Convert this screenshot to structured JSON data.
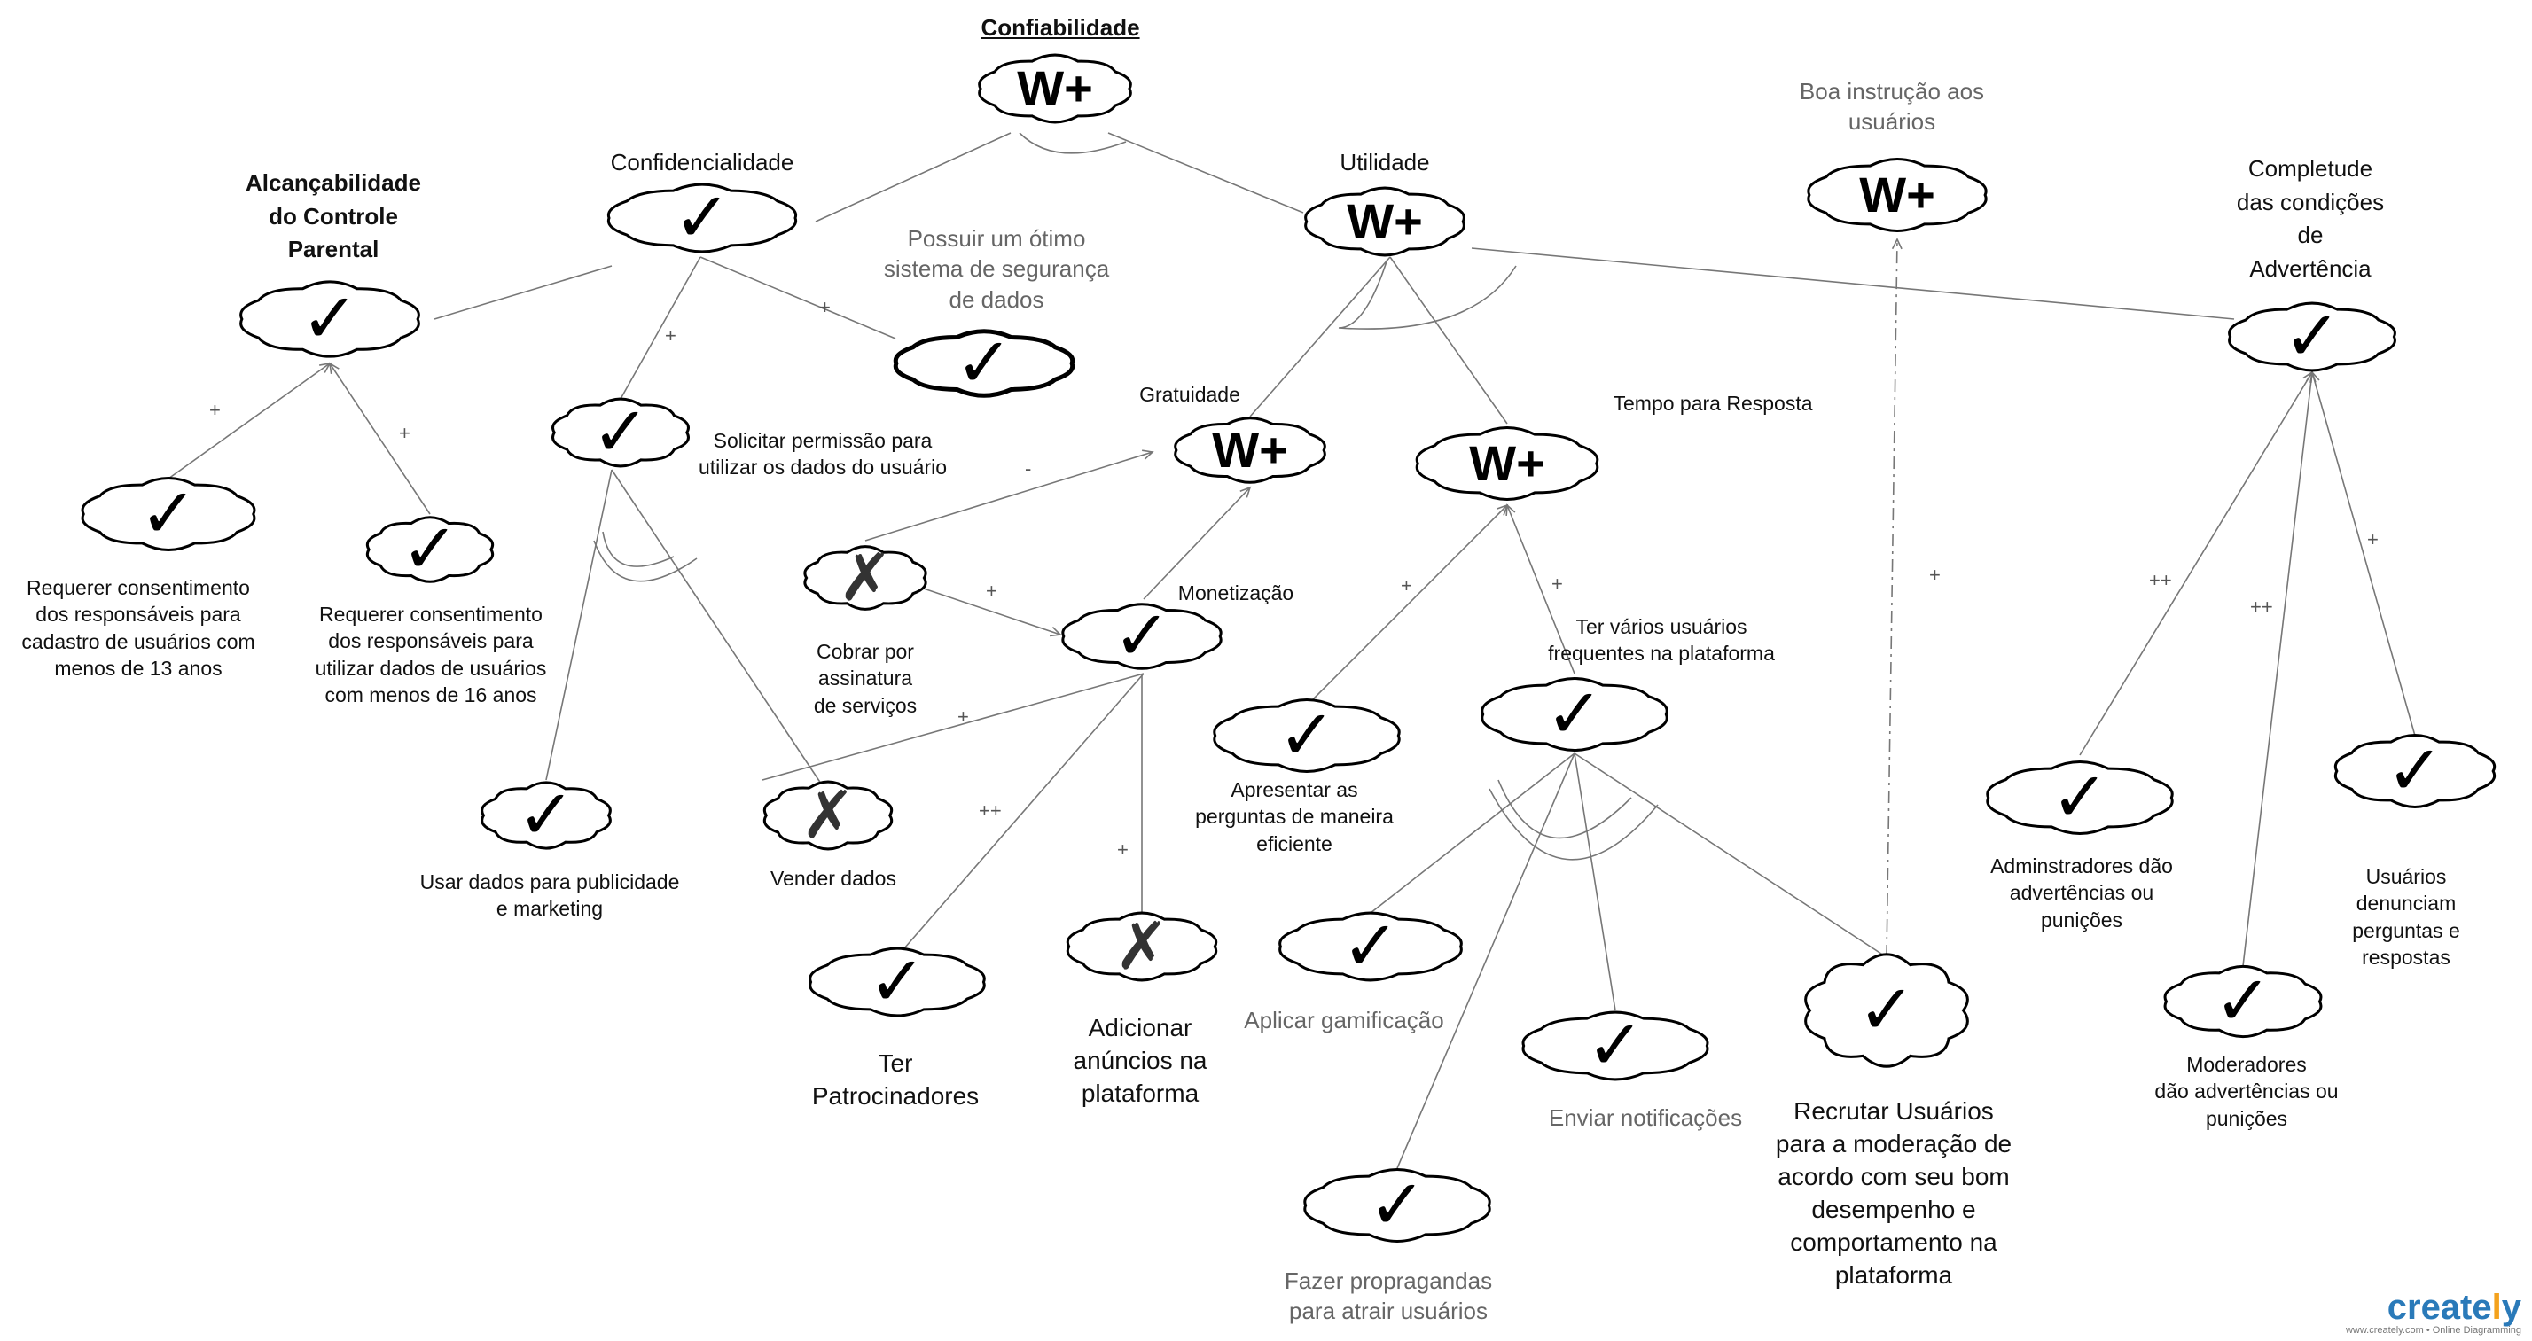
{
  "diagram": {
    "title": "Confiabilidade",
    "nodes": {
      "root": {
        "symbol": "W+"
      },
      "confidencialidade": {
        "label": "Confidencialidade",
        "symbol": "✓"
      },
      "utilidade": {
        "label": "Utilidade",
        "symbol": "W+"
      },
      "boa_instrucao": {
        "label": "Boa instrução aos\nusuários",
        "symbol": "W+"
      },
      "completude": {
        "label": "Completude\ndas condições\nde\nAdvertência",
        "symbol": "✓"
      },
      "alcancabilidade": {
        "label": "Alcançabilidade\ndo Controle\nParental",
        "symbol": "✓"
      },
      "seguranca": {
        "label": "Possuir um ótimo\nsistema de segurança\nde dados",
        "symbol": "✓"
      },
      "req13": {
        "label": "Requerer consentimento\ndos responsáveis para\ncadastro de usuários com\nmenos de 13 anos",
        "symbol": "✓"
      },
      "req16": {
        "label": "Requerer consentimento\ndos responsáveis para\nutilizar dados de usuários\ncom menos de 16 anos",
        "symbol": "✓"
      },
      "solicitar": {
        "label": "Solicitar permissão para\nutilizar os dados do usuário",
        "symbol": "✓"
      },
      "gratuidade": {
        "label": "Gratuidade",
        "symbol": "W+"
      },
      "tempo": {
        "label": "Tempo para Resposta",
        "symbol": "W+"
      },
      "cobrar": {
        "label": "Cobrar por\nassinatura\nde serviços",
        "symbol": "✗"
      },
      "monetizacao": {
        "label": "Monetização",
        "symbol": "✓"
      },
      "publicidade": {
        "label": "Usar dados para publicidade\ne marketing",
        "symbol": "✓"
      },
      "vender": {
        "label": "Vender dados",
        "symbol": "✗"
      },
      "patrocinadores": {
        "label": "Ter\nPatrocinadores",
        "symbol": "✓"
      },
      "anuncios": {
        "label": "Adicionar\nanúncios na\nplataforma",
        "symbol": "✗"
      },
      "perguntas": {
        "label": "Apresentar as\nperguntas de maneira\neficiente",
        "symbol": "✓"
      },
      "frequentes": {
        "label": "Ter vários usuários\nfrequentes na plataforma",
        "symbol": "✓"
      },
      "gamificacao": {
        "label": "Aplicar gamificação",
        "symbol": "✓"
      },
      "notificacoes": {
        "label": "Enviar notificações",
        "symbol": "✓"
      },
      "propagandas": {
        "label": "Fazer propragandas\npara atrair usuários",
        "symbol": "✓"
      },
      "recrutar": {
        "label": "Recrutar Usuários\npara a moderação de\nacordo com seu bom\ndesempenho e\ncomportamento na\nplataforma",
        "symbol": "✓"
      },
      "adm": {
        "label": "Adminstradores dão\nadvertências ou\npunições",
        "symbol": "✓"
      },
      "moderadores": {
        "label": "Moderadores\ndão advertências ou\npunições",
        "symbol": "✓"
      },
      "denunciam": {
        "label": "Usuários denunciam\nperguntas e\nrespostas",
        "symbol": "✓"
      }
    },
    "edges": [
      {
        "from": "req13",
        "to": "alcancabilidade",
        "sign": "+"
      },
      {
        "from": "req16",
        "to": "alcancabilidade",
        "sign": "+"
      },
      {
        "from": "solicitar",
        "to": "confidencialidade",
        "sign": "+"
      },
      {
        "from": "seguranca",
        "to": "confidencialidade",
        "sign": "+"
      },
      {
        "from": "cobrar",
        "to": "gratuidade",
        "sign": "-"
      },
      {
        "from": "cobrar",
        "to": "monetizacao",
        "sign": "+"
      },
      {
        "from": "vender",
        "to": "monetizacao",
        "sign": "+"
      },
      {
        "from": "patrocinadores",
        "to": "monetizacao",
        "sign": "++"
      },
      {
        "from": "anuncios",
        "to": "monetizacao",
        "sign": "+"
      },
      {
        "from": "perguntas",
        "to": "tempo",
        "sign": "+"
      },
      {
        "from": "frequentes",
        "to": "tempo",
        "sign": "+"
      },
      {
        "from": "recrutar",
        "to": "boa_instrucao",
        "sign": "+"
      },
      {
        "from": "adm",
        "to": "completude",
        "sign": "++"
      },
      {
        "from": "moderadores",
        "to": "completude",
        "sign": "++"
      },
      {
        "from": "denunciam",
        "to": "completude",
        "sign": "+"
      }
    ]
  },
  "brand": {
    "name": "creately",
    "tagline": "www.creately.com • Online Diagramming",
    "colors": {
      "blue": "#2a7ab9",
      "orange": "#f4a21d"
    }
  },
  "colors": {
    "line": "#777777",
    "text": "#111111",
    "grey_text": "#666666"
  }
}
